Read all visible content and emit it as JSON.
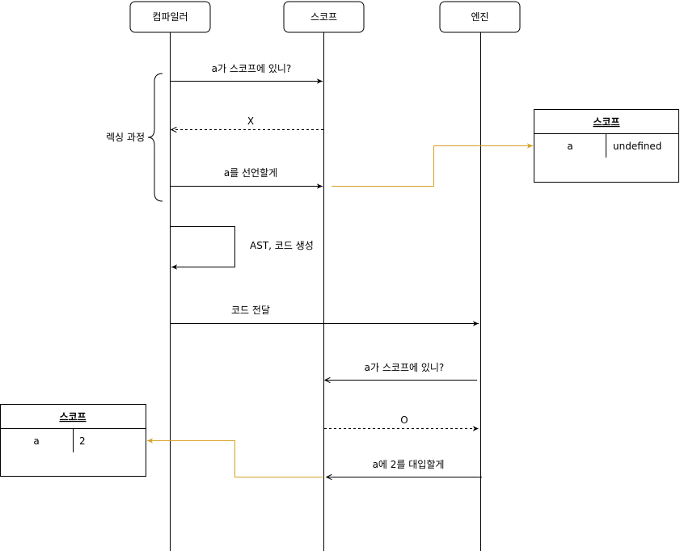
{
  "participants": {
    "compiler": "컴파일러",
    "scope": "스코프",
    "engine": "엔진"
  },
  "messages": {
    "m1": "a가 스코프에 있니?",
    "m2": "X",
    "m3": "a를 선언할게",
    "m4": "AST, 코드 생성",
    "m5": "코드 전달",
    "m6": "a가 스코프에 있니?",
    "m7": "O",
    "m8": "a에 2를 대입할게"
  },
  "brace_label": "렉싱 과정",
  "scope_table_right": {
    "title": "스코프",
    "name": "a",
    "value": "undefined"
  },
  "scope_table_left": {
    "title": "스코프",
    "name": "a",
    "value": "2"
  },
  "colors": {
    "line": "#000000",
    "accent": "#d6a021"
  }
}
